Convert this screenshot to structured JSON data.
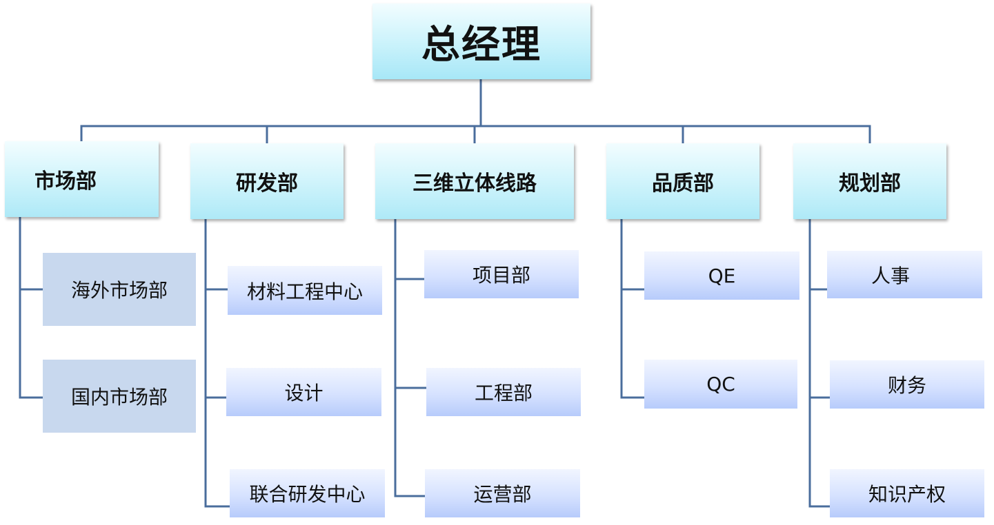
{
  "root": {
    "label": "总经理"
  },
  "departments": [
    {
      "label": "市场部",
      "children": [
        "海外市场部",
        "国内市场部"
      ]
    },
    {
      "label": "研发部",
      "children": [
        "材料工程中心",
        "设计",
        "联合研发中心"
      ]
    },
    {
      "label": "三维立体线路",
      "children": [
        "项目部",
        "工程部",
        "运营部"
      ]
    },
    {
      "label": "品质部",
      "children": [
        "QE",
        "QC"
      ]
    },
    {
      "label": "规划部",
      "children": [
        "人事",
        "财务",
        "知识产权"
      ]
    }
  ],
  "colors": {
    "connector": "#4a6d9c",
    "top_fill": "#bff0fa",
    "dept_fill": "#c3f0fa",
    "sub_fill": "#c9d8fd",
    "sub_flat_fill": "#c8d8ee"
  }
}
